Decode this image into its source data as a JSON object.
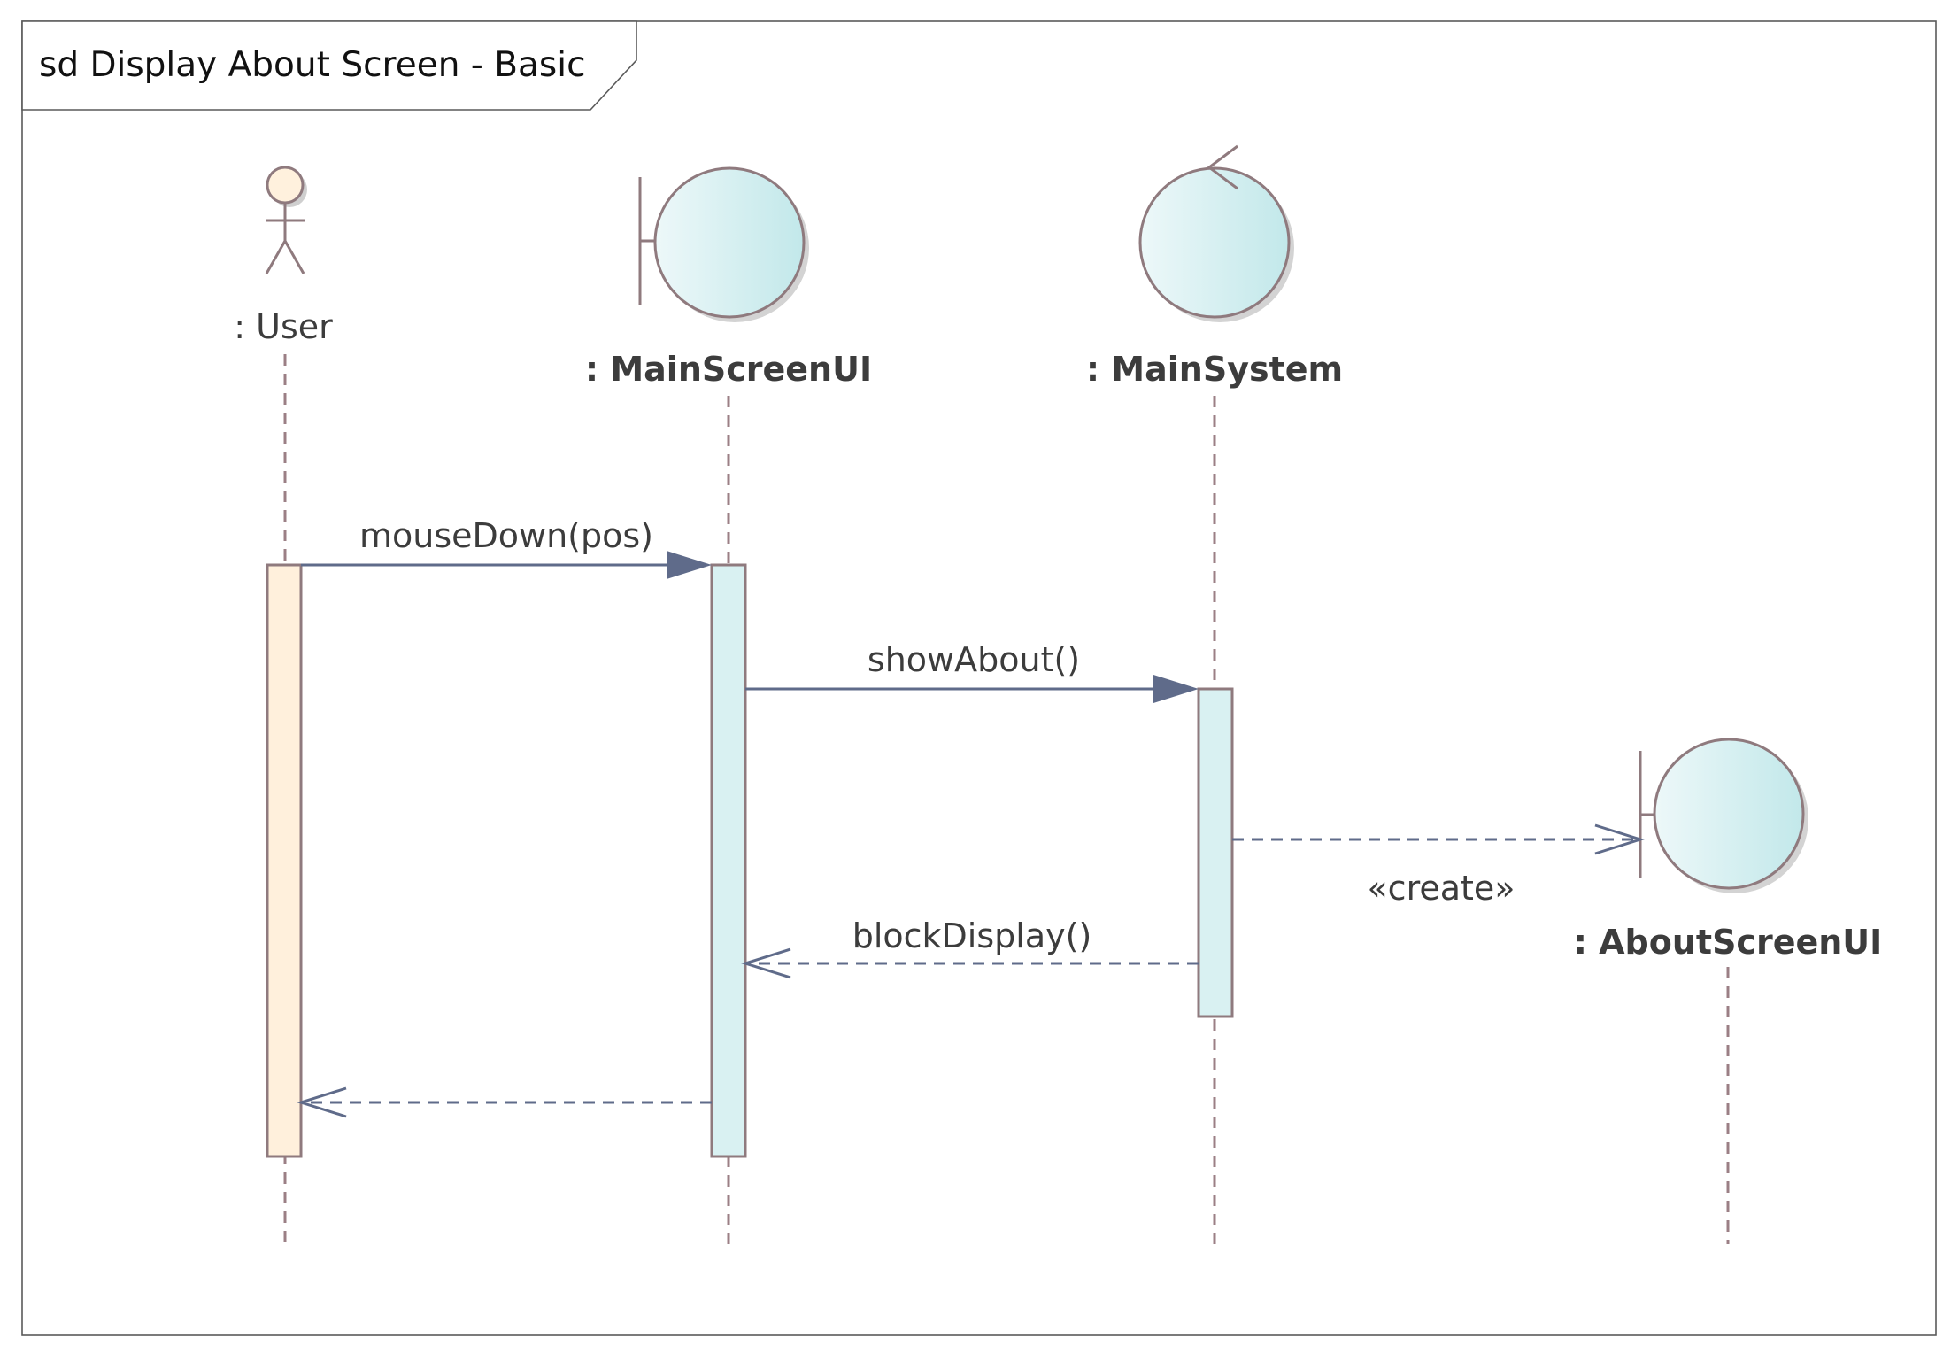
{
  "frame": {
    "title": "sd Display About Screen - Basic"
  },
  "participants": {
    "user": {
      "label": ": User",
      "kind": "actor"
    },
    "main_screen_ui": {
      "label": ": MainScreenUI",
      "kind": "boundary"
    },
    "main_system": {
      "label": ": MainSystem",
      "kind": "control"
    },
    "about_screen_ui": {
      "label": ": AboutScreenUI",
      "kind": "boundary"
    }
  },
  "messages": {
    "mouse_down": {
      "label": "mouseDown(pos)",
      "from": ": User",
      "to": ": MainScreenUI",
      "kind": "synchronous"
    },
    "show_about": {
      "label": "showAbout()",
      "from": ": MainScreenUI",
      "to": ": MainSystem",
      "kind": "synchronous"
    },
    "create": {
      "label": "«create»",
      "from": ": MainSystem",
      "to": ": AboutScreenUI",
      "kind": "create"
    },
    "block_display": {
      "label": "blockDisplay()",
      "from": ": MainSystem",
      "to": ": MainScreenUI",
      "kind": "return"
    },
    "return_to_user": {
      "label": "",
      "from": ": MainScreenUI",
      "to": ": User",
      "kind": "return"
    }
  },
  "colors": {
    "frame_border": "#5a5a5a",
    "lifeline": "#9b7f85",
    "element_stroke": "#8f7a7e",
    "message_arrow": "#5f6b8a",
    "actor_fill": "#fff1dd",
    "activation_user_fill": "#fff0dc",
    "activation_fill": "#d9f1f2",
    "sphere_light": "#edf8f9",
    "sphere_dark": "#c2e8ea",
    "label_text": "#3c3c3c"
  }
}
